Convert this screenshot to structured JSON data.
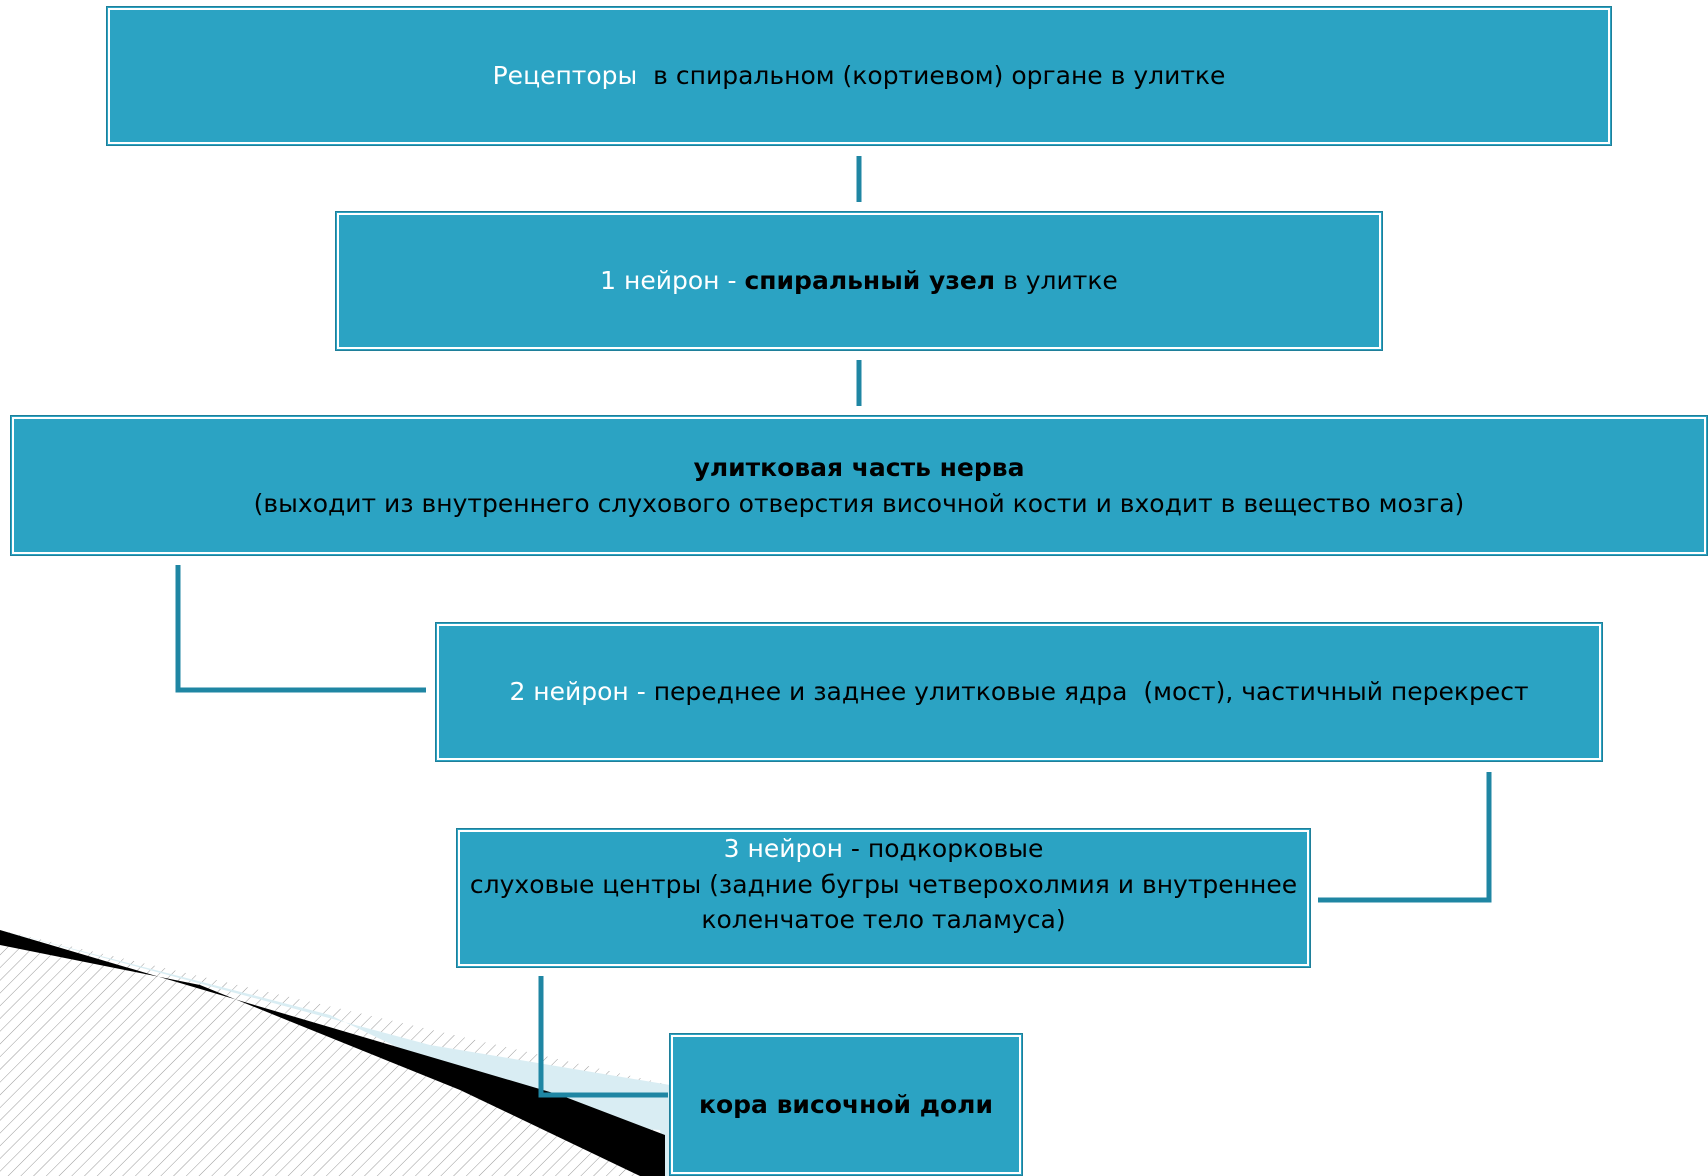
{
  "colors": {
    "box_fill": "#2ba3c3",
    "connector": "#1f86a3",
    "text": "#000000",
    "highlight_text": "#ffffff"
  },
  "nodes": {
    "receptors": {
      "term": "Рецепторы",
      "rest": "  в спиральном (кортиевом) органе в улитке"
    },
    "neuron1": {
      "term": "1 нейрон",
      "dash": " - ",
      "bold": "спиральный узел",
      "rest": " в улитке"
    },
    "cochlear_nerve": {
      "bold": "улитковая часть нерва",
      "line2": "(выходит из внутреннего слухового отверстия височной кости и входит в вещество мозга)"
    },
    "neuron2": {
      "term": "2 нейрон",
      "dash": " - ",
      "rest": "переднее и заднее улитковые ядра  (мост), частичный перекрест"
    },
    "neuron3": {
      "term": "3 нейрон",
      "rest1": " - подкорковые",
      "line2": "слуховые центры (задние бугры четверохолмия и внутреннее",
      "line3": "коленчатое тело таламуса)"
    },
    "cortex": {
      "bold": "кора височной доли"
    }
  }
}
